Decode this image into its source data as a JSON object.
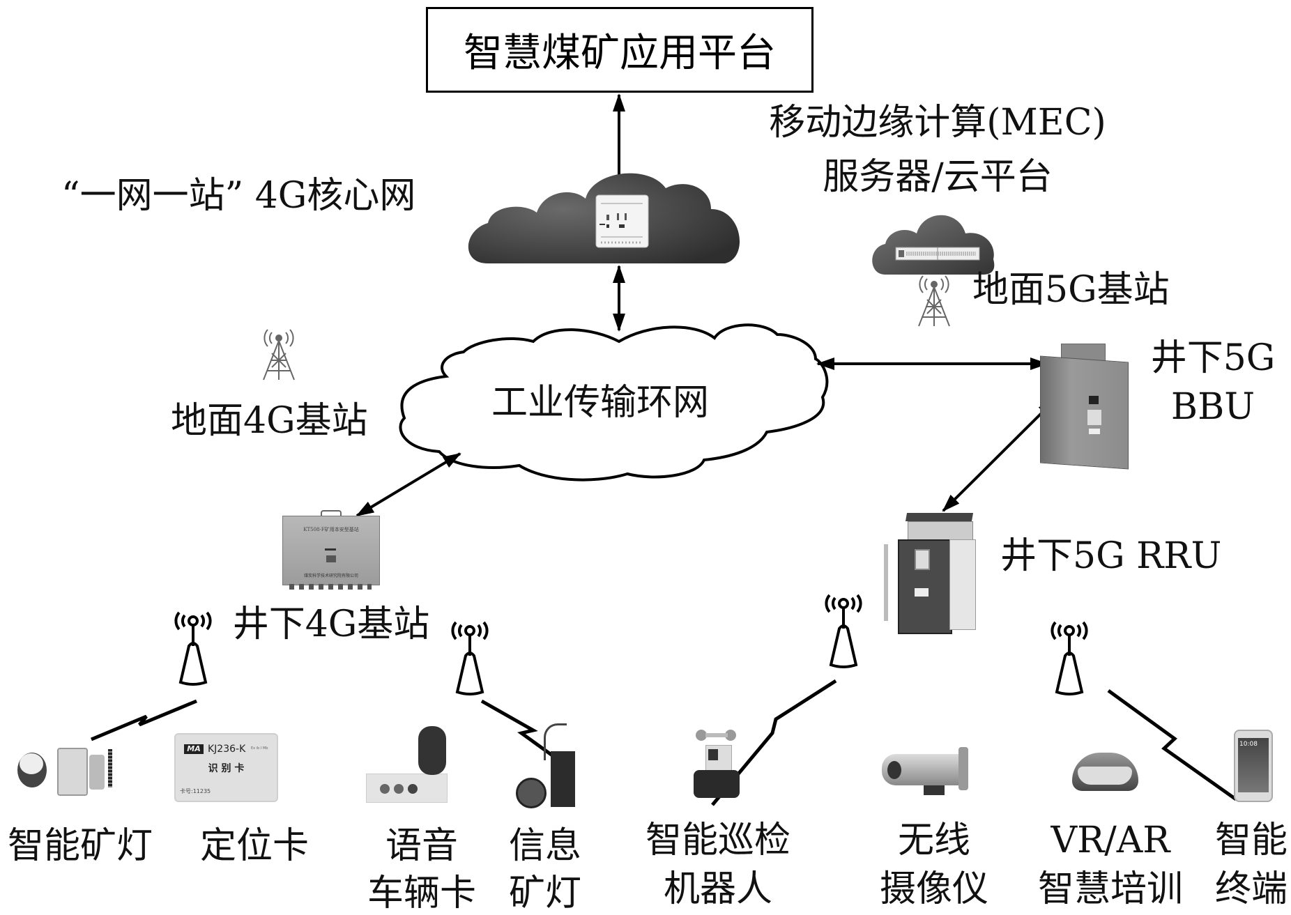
{
  "platform": {
    "title": "智慧煤矿应用平台"
  },
  "core_network": {
    "label": "“一网一站” 4G核心网",
    "icon": "cloud-server-icon"
  },
  "mec": {
    "line1": "移动边缘计算(MEC)",
    "line2": "服务器/云平台",
    "icon": "cloud-server-icon"
  },
  "ground_5g": {
    "label": "地面5G基站",
    "icon": "cell-tower-icon"
  },
  "ground_4g": {
    "label": "地面4G基站",
    "icon": "cell-tower-icon"
  },
  "ring_network": {
    "label": "工业传输环网"
  },
  "bbu": {
    "line1": "井下5G",
    "line2": "BBU"
  },
  "rru": {
    "label": "井下5G RRU"
  },
  "underground_4g": {
    "label": "井下4G基站",
    "device_model": "KT508-F矿用本安型基站",
    "device_maker": "煤炭科学技术研究院有限公司"
  },
  "terminals_4g": [
    {
      "line1": "智能矿灯",
      "line2": ""
    },
    {
      "line1": "定位卡",
      "line2": ""
    },
    {
      "line1": "语音",
      "line2": "车辆卡"
    },
    {
      "line1": "信息",
      "line2": "矿灯"
    }
  ],
  "terminals_5g": [
    {
      "line1": "智能巡检",
      "line2": "机器人"
    },
    {
      "line1": "无线",
      "line2": "摄像仪"
    },
    {
      "line1": "VR/AR",
      "line2": "智慧培训"
    },
    {
      "line1": "智能",
      "line2": "终端"
    }
  ],
  "id_card": {
    "brand": "MA",
    "model": "KJ236-K",
    "exmark": "Ex ib I Mb",
    "title": "识 别 卡",
    "number_label": "卡号:11235"
  },
  "phone": {
    "time": "10:08"
  },
  "colors": {
    "line": "#000000",
    "cloud_dark": "#4a4a4a",
    "device_gray": "#9a9a9a"
  }
}
